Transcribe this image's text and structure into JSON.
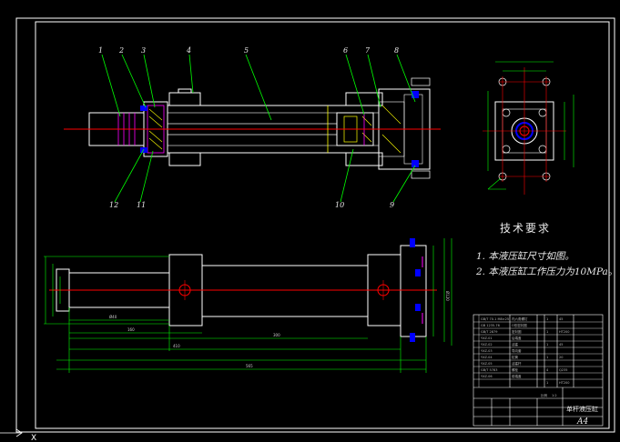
{
  "viewport": {
    "background": "#000000",
    "accent_colors": {
      "outline": "#ffffff",
      "hidden_lines": "#ffff00",
      "leader_lines": "#00ff00",
      "centerline": "#ff0000",
      "magenta": "#ff00ff",
      "blue": "#0000ff",
      "cyan": "#00ffff"
    }
  },
  "drawing": {
    "part_labels_top": [
      "1",
      "2",
      "3",
      "4",
      "5",
      "6",
      "7",
      "8"
    ],
    "part_labels_bottom": [
      "12",
      "11",
      "10",
      "9"
    ],
    "technical_requirements": {
      "title": "技术要求",
      "lines": [
        "1. 本液压缸尺寸如图。",
        "2. 本液压缸工作压力为10MPa。"
      ]
    },
    "title_block": {
      "drawing_name": "单杆液压缸",
      "sheet_size": "A4",
      "scale_label": "1:2"
    }
  },
  "ucs_icon": {
    "label": "X"
  }
}
